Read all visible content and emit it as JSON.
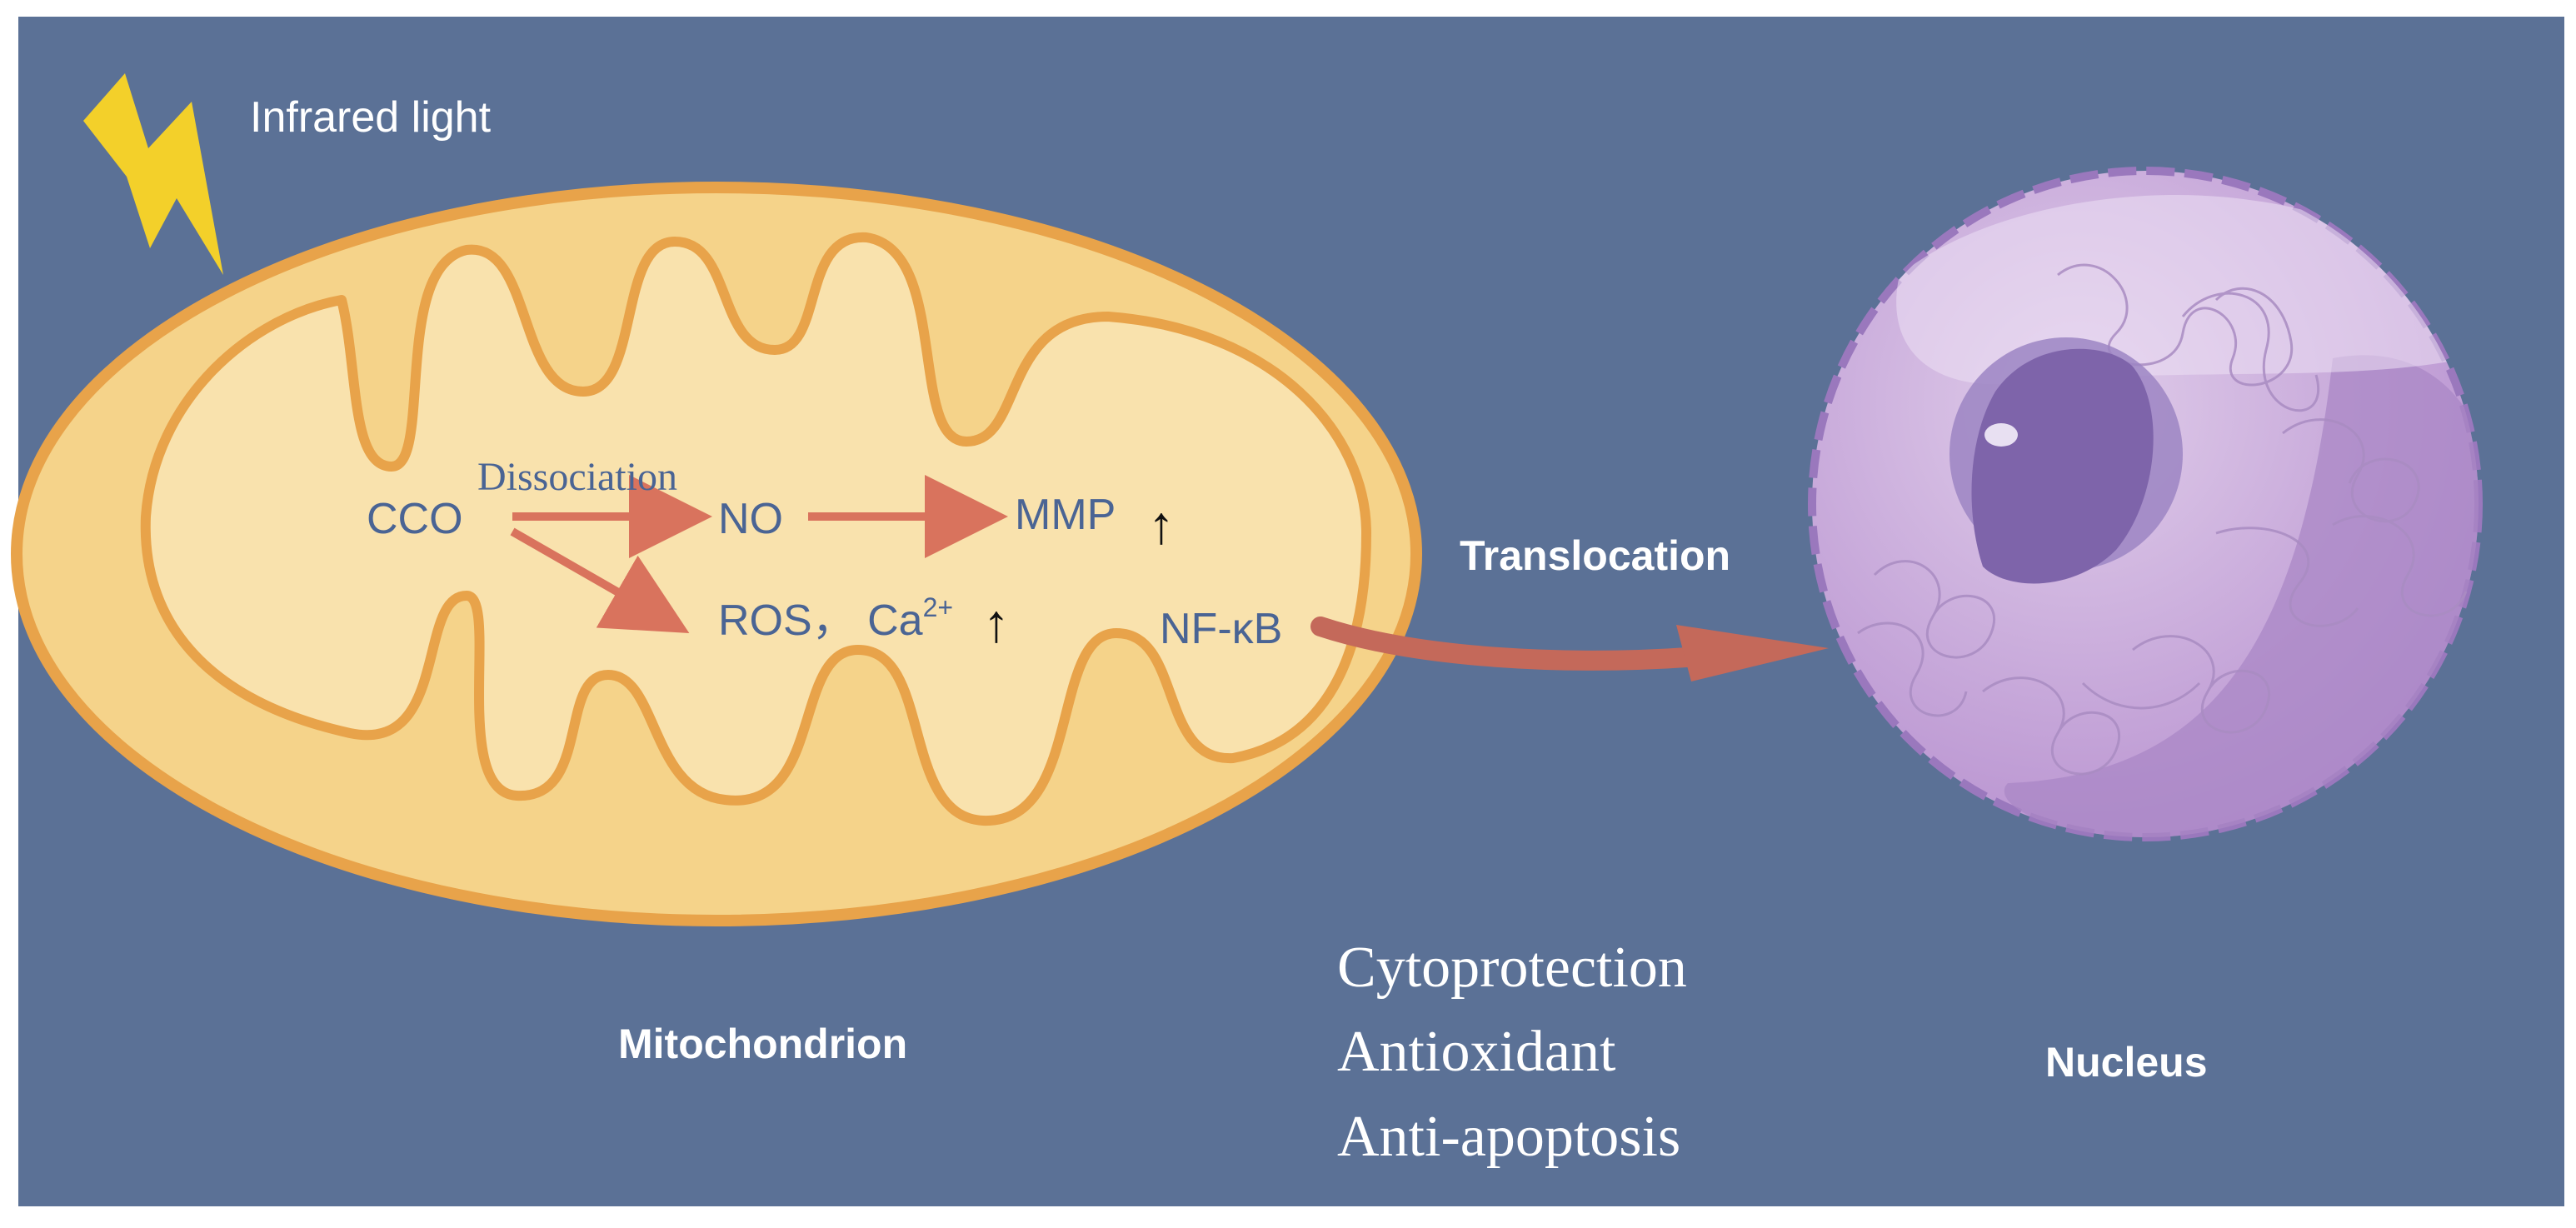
{
  "labels": {
    "infrared_light": "Infrared light",
    "mitochondrion": "Mitochondrion",
    "nucleus": "Nucleus",
    "translocation": "Translocation"
  },
  "pathway": {
    "cco": "CCO",
    "dissociation": "Dissociation",
    "no": "NO",
    "mmp": "MMP",
    "ros_ca": "ROS， Ca",
    "ca_charge": "2+",
    "nfkb": "NF-κB",
    "up_arrow": "↑"
  },
  "effects": [
    "Cytoprotection",
    "Antioxidant",
    "Anti-apoptosis"
  ],
  "colors": {
    "background": "#5b7196",
    "mito_outer": "#f5d38a",
    "mito_inner": "#f9e2ad",
    "mito_stroke": "#e8a34a",
    "pathway_arrow": "#d9735d",
    "pathway_text": "#4a6494",
    "translocation_arrow": "#c4695a",
    "nucleus": "#c9a9dc",
    "nucleolus": "#7e64aa",
    "lightning": "#f3d02a"
  }
}
